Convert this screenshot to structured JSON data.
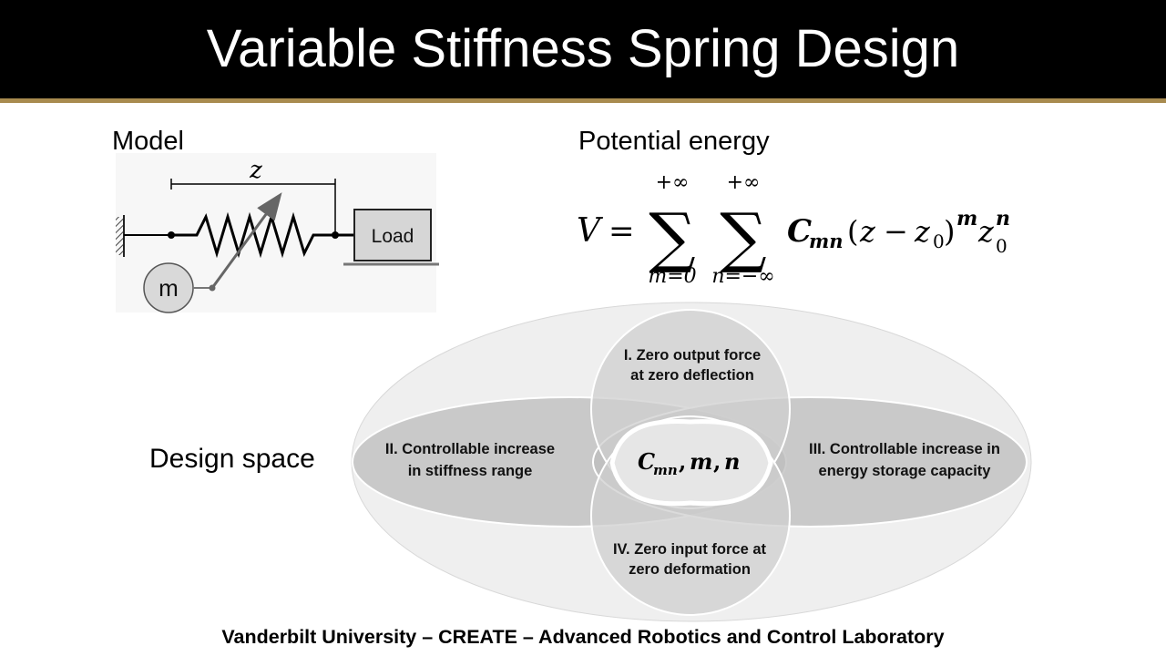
{
  "slide": {
    "title": "Variable Stiffness Spring Design",
    "footer": "Vanderbilt University – CREATE – Advanced Robotics and Control Laboratory"
  },
  "model": {
    "label": "Model",
    "z_label": "z",
    "load_label": "Load",
    "mass_label": "m"
  },
  "energy": {
    "label": "Potential energy",
    "lhs": "V",
    "equals": "=",
    "sum1_top": "+∞",
    "sum1_bottom": "m=0",
    "sum2_top": "+∞",
    "sum2_bottom": "n=−∞",
    "sigma": "∑"
  },
  "design": {
    "label": "Design space",
    "goal1_line1": "I. Zero output force",
    "goal1_line2": "at zero deflection",
    "goal2_line1": "II. Controllable increase",
    "goal2_line2": "in stiffness range",
    "goal3_line1": "III. Controllable increase in",
    "goal3_line2": "energy storage capacity",
    "goal4_line1": "IV. Zero input force at",
    "goal4_line2": "zero deformation"
  },
  "colors": {
    "title_bg": "#000000",
    "accent_gold": "#a88b4f",
    "outer_ellipse": "#efefef",
    "circle_fill": "#c8c8c8"
  }
}
